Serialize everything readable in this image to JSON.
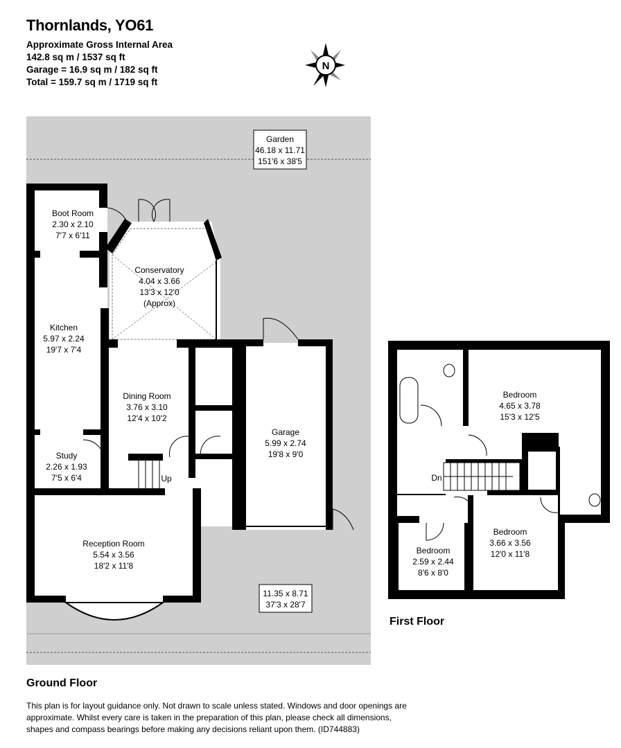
{
  "header": {
    "title": "Thornlands, YO61",
    "area_heading": "Approximate Gross Internal Area",
    "main_area": "142.8 sq m / 1537 sq ft",
    "garage_area": "Garage = 16.9 sq m / 182 sq ft",
    "total_area": "Total = 159.7 sq m / 1719 sq ft"
  },
  "compass": {
    "icon": "compass-rose-icon",
    "label": "N"
  },
  "ground_floor": {
    "label": "Ground Floor",
    "garden": {
      "name": "Garden",
      "metric": "46.18 x 11.71",
      "imperial": "151'6 x 38'5"
    },
    "front_garden": {
      "metric": "11.35 x 8.71",
      "imperial": "37'3 x 28'7"
    },
    "rooms": [
      {
        "name": "Boot Room",
        "metric": "2.30 x 2.10",
        "imperial": "7'7 x 6'11"
      },
      {
        "name": "Conservatory",
        "metric": "4.04 x 3.66",
        "imperial": "13'3 x 12'0",
        "note": "(Approx)"
      },
      {
        "name": "Kitchen",
        "metric": "5.97 x 2.24",
        "imperial": "19'7 x 7'4"
      },
      {
        "name": "Dining Room",
        "metric": "3.76 x 3.10",
        "imperial": "12'4 x 10'2"
      },
      {
        "name": "Garage",
        "metric": "5.99 x 2.74",
        "imperial": "19'8 x 9'0"
      },
      {
        "name": "Study",
        "metric": "2.26 x 1.93",
        "imperial": "7'5 x 6'4"
      },
      {
        "name": "Reception Room",
        "metric": "5.54 x 3.56",
        "imperial": "18'2 x 11'8"
      }
    ],
    "stairs_label": "Up"
  },
  "first_floor": {
    "label": "First Floor",
    "rooms": [
      {
        "name": "Bedroom",
        "metric": "4.65 x 3.78",
        "imperial": "15'3 x 12'5"
      },
      {
        "name": "Bedroom",
        "metric": "3.66 x 3.56",
        "imperial": "12'0 x 11'8"
      },
      {
        "name": "Bedroom",
        "metric": "2.59 x 2.44",
        "imperial": "8'6 x 8'0"
      }
    ],
    "stairs_label": "Dn"
  },
  "disclaimer": "This plan is for layout guidance only. Not drawn to scale unless stated. Windows and door openings are approximate. Whilst every care is taken in the preparation of this plan, please check all dimensions, shapes and compass bearings before making any decisions reliant upon them. (ID744883)",
  "colors": {
    "walls": "#000000",
    "garden": "#cfcfcf",
    "background": "#ffffff"
  }
}
